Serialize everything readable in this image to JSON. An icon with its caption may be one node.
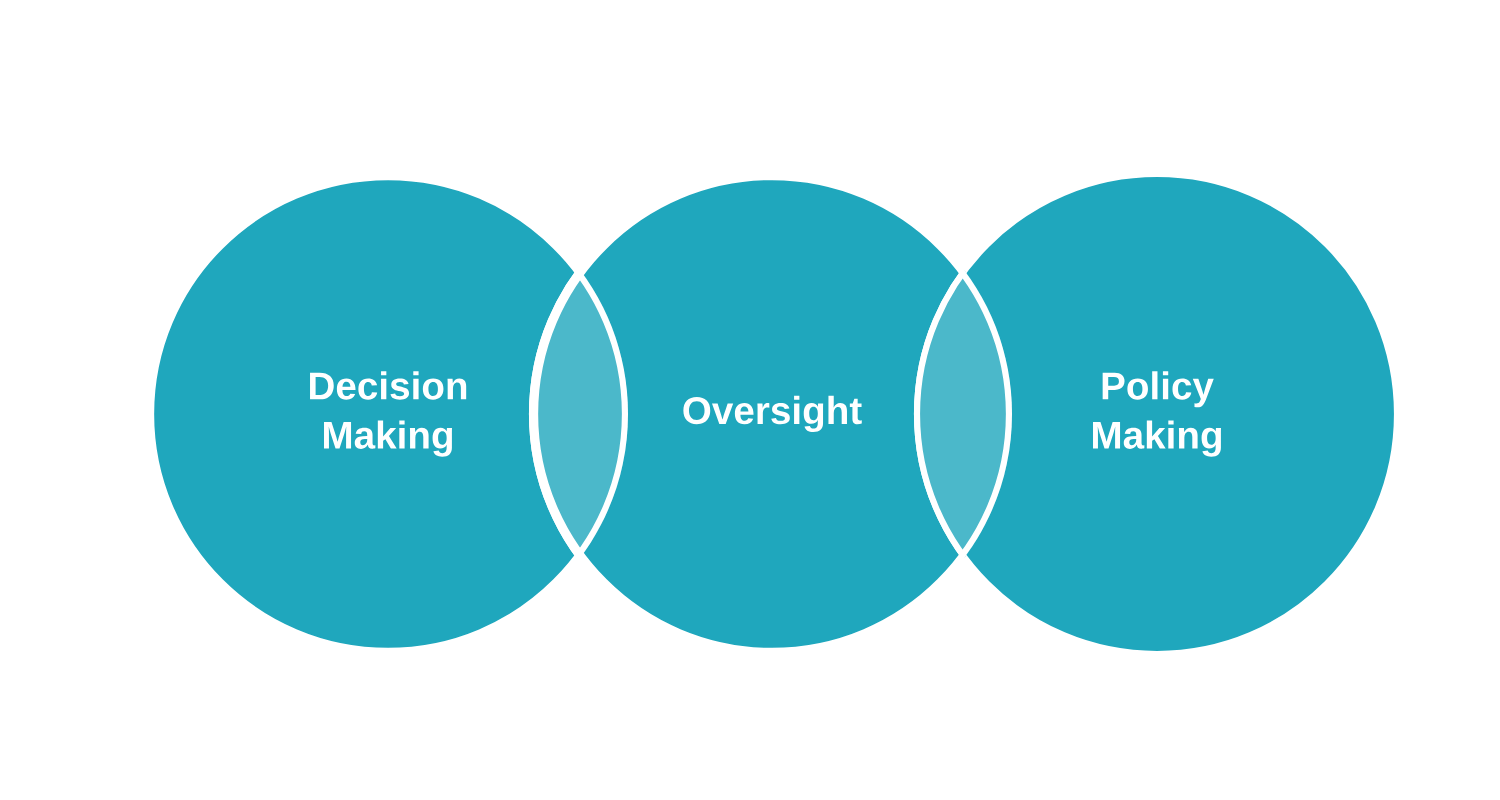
{
  "diagram": {
    "nodes": [
      {
        "text": [
          "Decision Making"
        ]
      },
      {
        "text": [
          "Oversight"
        ]
      },
      {
        "text": [
          "Policy Making"
        ]
      }
    ]
  }
}
